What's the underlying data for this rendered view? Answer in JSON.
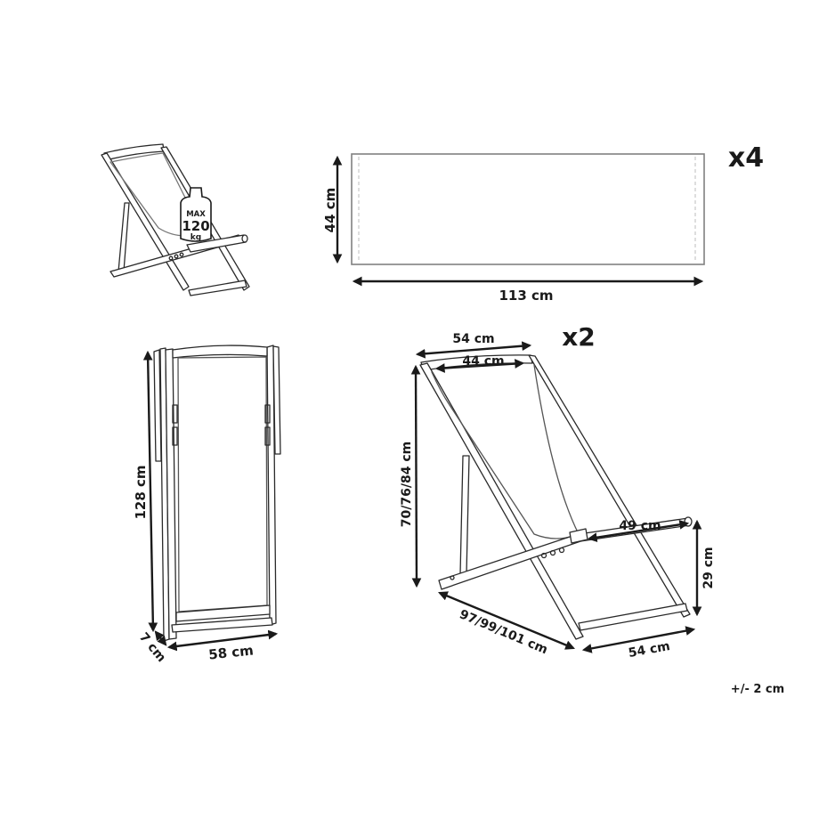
{
  "diagram": {
    "type": "product-dimension-sheet",
    "subject": "folding deck chair"
  },
  "chair_weight_view": {
    "weight_badge": {
      "line1": "MAX",
      "line2": "120",
      "line3": "kg"
    }
  },
  "fabric_panel": {
    "height_label": "44 cm",
    "width_label": "113 cm",
    "quantity": "x4"
  },
  "folded_chair": {
    "height_label": "128 cm",
    "depth_label": "7 cm",
    "width_label": "58 cm"
  },
  "open_chair": {
    "quantity": "x2",
    "outer_top_width_label": "54 cm",
    "inner_top_width_label": "44 cm",
    "height_label": "70/76/84 cm",
    "armrest_length_label": "49 cm",
    "armrest_height_label": "29 cm",
    "depth_label": "97/99/101 cm",
    "base_width_label": "54 cm"
  },
  "tolerance": "+/- 2 cm"
}
